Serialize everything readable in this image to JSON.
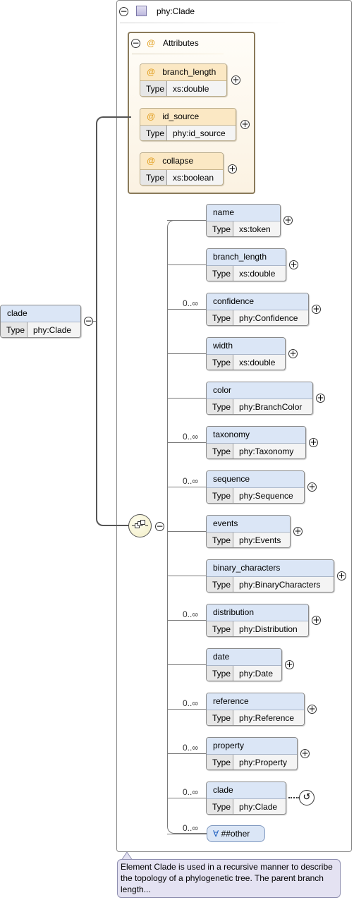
{
  "root": {
    "name": "clade",
    "type_label": "Type",
    "type": "phy:Clade"
  },
  "complex_type": {
    "name": "phy:Clade"
  },
  "attributes": {
    "title": "Attributes",
    "items": [
      {
        "name": "branch_length",
        "type_label": "Type",
        "type": "xs:double"
      },
      {
        "name": "id_source",
        "type_label": "Type",
        "type": "phy:id_source"
      },
      {
        "name": "collapse",
        "type_label": "Type",
        "type": "xs:boolean"
      }
    ]
  },
  "elements": [
    {
      "name": "name",
      "type_label": "Type",
      "type": "xs:token",
      "card": ""
    },
    {
      "name": "branch_length",
      "type_label": "Type",
      "type": "xs:double",
      "card": ""
    },
    {
      "name": "confidence",
      "type_label": "Type",
      "type": "phy:Confidence",
      "card": "0..∞"
    },
    {
      "name": "width",
      "type_label": "Type",
      "type": "xs:double",
      "card": ""
    },
    {
      "name": "color",
      "type_label": "Type",
      "type": "phy:BranchColor",
      "card": ""
    },
    {
      "name": "taxonomy",
      "type_label": "Type",
      "type": "phy:Taxonomy",
      "card": "0..∞"
    },
    {
      "name": "sequence",
      "type_label": "Type",
      "type": "phy:Sequence",
      "card": "0..∞"
    },
    {
      "name": "events",
      "type_label": "Type",
      "type": "phy:Events",
      "card": ""
    },
    {
      "name": "binary_characters",
      "type_label": "Type",
      "type": "phy:BinaryCharacters",
      "card": ""
    },
    {
      "name": "distribution",
      "type_label": "Type",
      "type": "phy:Distribution",
      "card": "0..∞"
    },
    {
      "name": "date",
      "type_label": "Type",
      "type": "phy:Date",
      "card": ""
    },
    {
      "name": "reference",
      "type_label": "Type",
      "type": "phy:Reference",
      "card": "0..∞"
    },
    {
      "name": "property",
      "type_label": "Type",
      "type": "phy:Property",
      "card": "0..∞"
    },
    {
      "name": "clade",
      "type_label": "Type",
      "type": "phy:Clade",
      "card": "0..∞"
    }
  ],
  "any": {
    "symbol": "∀",
    "label": "##other",
    "card": "0..∞"
  },
  "annotation": "Element Clade is used in a recursive manner to describe the topology of a phylogenetic tree. The parent branch length..."
}
